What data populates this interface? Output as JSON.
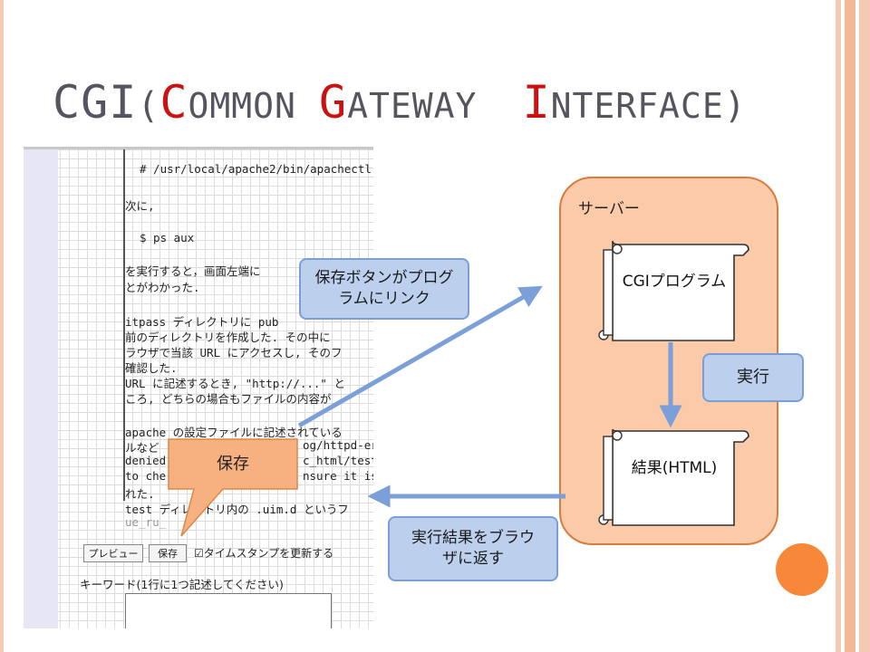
{
  "title": {
    "prefix": "CGI",
    "open_paren": "(",
    "c": "C",
    "ommon": "OMMON",
    "g": "G",
    "ateway": "ATEWAY",
    "i": "I",
    "nterface": "NTERFACE",
    "close_paren": ")"
  },
  "screenshot": {
    "lines": [
      "# /usr/local/apache2/bin/apachectl",
      "次に,",
      "$ ps aux",
      "を実行すると，画面左端に",
      "とがわかった.",
      "itpass ディレクトリに pub",
      "前のディレクトリを作成した. その中に",
      "ラウザで当該 URL にアクセスし, そのフ",
      "確認した.",
      "URL に記述するとき, \"http://...\" と",
      "ころ, どちらの場合もファイルの内容が",
      "apache の設定ファイルに記述されている",
      "ルなど",
      "denied",
      "to che",
      "れた.",
      "test ディレクトリ内の .uim.d というフ",
      "ue_ru_"
    ],
    "line_right_bits": [
      "og/httpd-er",
      "c_html/test",
      "nsure it is"
    ],
    "preview_button": "プレビュー",
    "save_button": "保存",
    "timestamp_checkbox": "☑タイムスタンプを更新する",
    "keyword_label": "キーワード(1行に1つ記述してください)"
  },
  "callouts": {
    "save_link": "保存ボタンがプログラムにリンク",
    "save": "保存",
    "execute": "実行",
    "return_result": "実行結果をブラウザに返す"
  },
  "server": {
    "label": "サーバー",
    "cgi_program": "CGIプログラム",
    "result": "結果(HTML)"
  },
  "colors": {
    "accent_red": "#cc1111",
    "callout_blue": "#bcd0ee",
    "arrow_blue": "#7b9fd9",
    "server_fill": "#fbcaa8",
    "save_callout": "#f7b080",
    "circle": "#f7883a"
  }
}
